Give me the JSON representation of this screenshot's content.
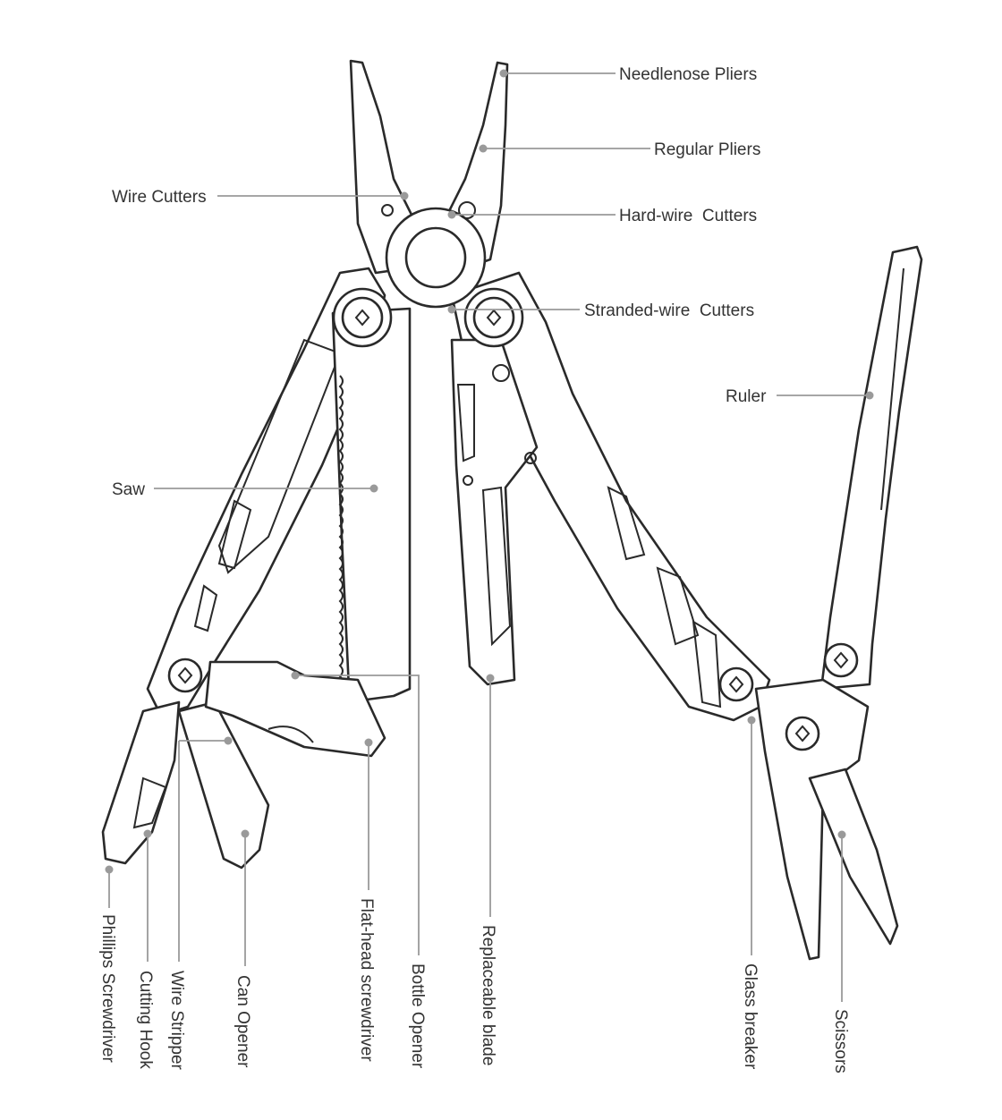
{
  "diagram": {
    "title": "Multi-tool parts diagram",
    "labels": [
      "Needlenose Pliers",
      "Regular Pliers",
      "Wire Cutters",
      "Hard-wire  Cutters",
      "Stranded-wire  Cutters",
      "Ruler",
      "Saw",
      "Phillips Screwdriver",
      "Cutting Hook",
      "Wire Stripper",
      "Can Opener",
      "Flat-head screwdriver",
      "Bottle Opener",
      "Replaceable blade",
      "Glass breaker",
      "Scissors"
    ],
    "colors": {
      "outline": "#2a2a2a",
      "leader": "#9a9a9a",
      "text": "#333333"
    }
  }
}
